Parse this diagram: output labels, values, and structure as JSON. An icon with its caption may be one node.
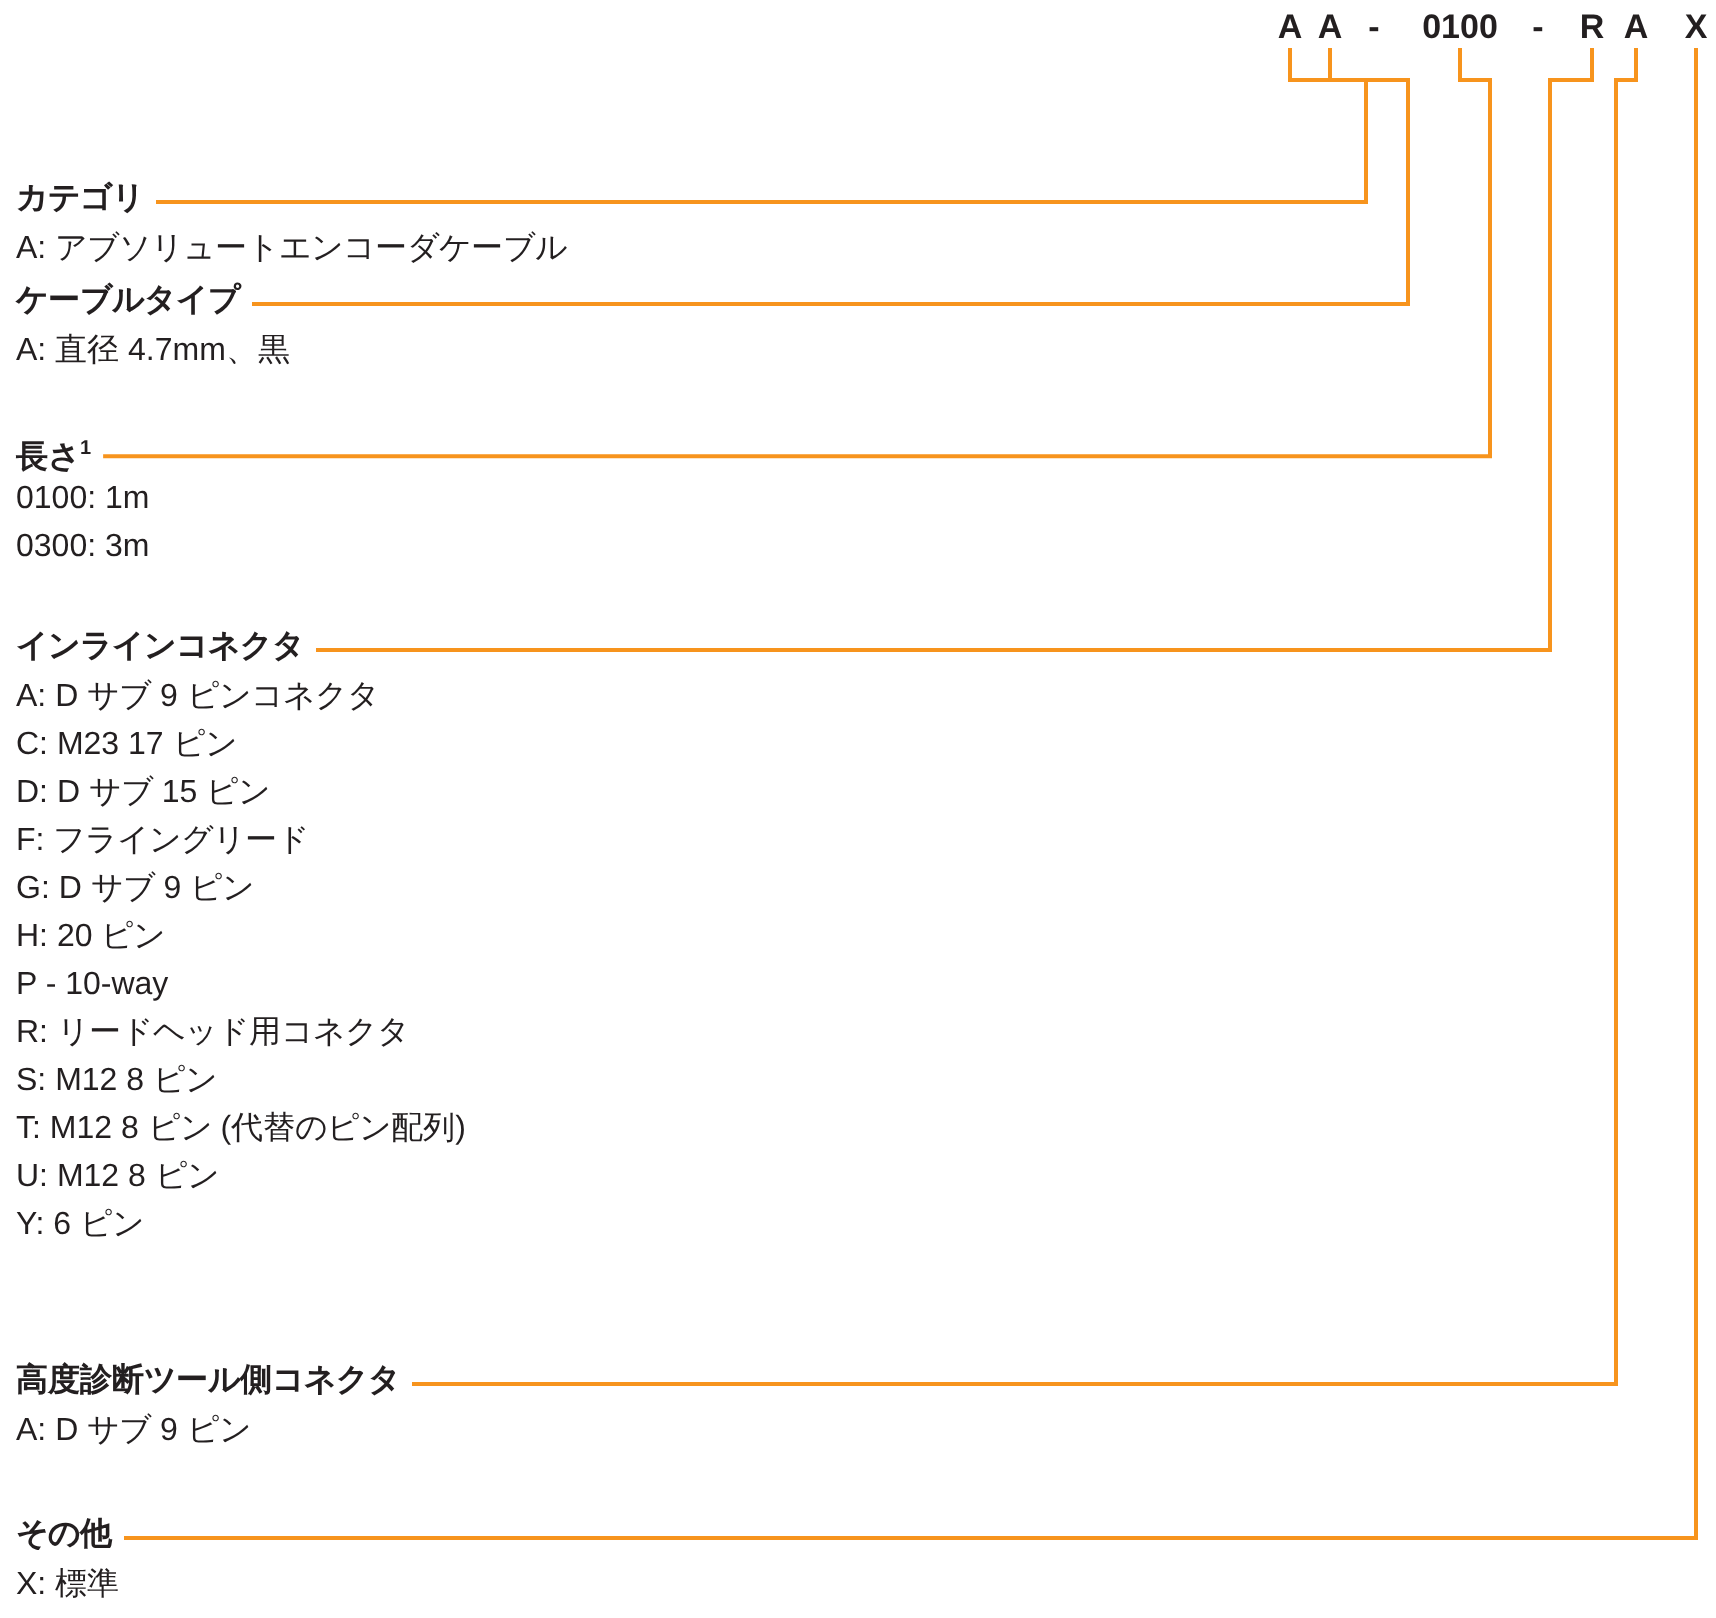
{
  "diagram": {
    "nodes": [
      {
        "text": [
          "A"
        ]
      },
      {
        "text": [
          "A"
        ]
      },
      {
        "text": [
          "0100"
        ]
      },
      {
        "text": [
          "R"
        ]
      },
      {
        "text": [
          "A"
        ]
      },
      {
        "text": [
          "X"
        ]
      },
      {
        "text": [
          "カテゴリ"
        ]
      },
      {
        "text": [
          "ケーブルタイプ"
        ]
      },
      {
        "text": [
          "長さ$^{1}$"
        ]
      },
      {
        "text": [
          "インラインコネクタ"
        ]
      },
      {
        "text": [
          "高度診断ツール側コネクタ"
        ]
      },
      {
        "text": [
          "その他"
        ]
      }
    ],
    "edges": [
      {
        "from": 6,
        "to": 0,
        "arrow": "none"
      },
      {
        "from": 7,
        "to": 1,
        "arrow": "none"
      },
      {
        "from": 8,
        "to": 2,
        "arrow": "none"
      },
      {
        "from": 9,
        "to": 3,
        "arrow": "none"
      },
      {
        "from": 10,
        "to": 4,
        "arrow": "none"
      },
      {
        "from": 11,
        "to": 5,
        "arrow": "none"
      }
    ],
    "labels": [
      "-",
      "-",
      "A: アブソリュートエンコーダケーブル",
      "A: 直径 4.7mm、黒",
      "0100: 1m",
      "0300: 3m",
      "A: D サブ 9 ピンコネクタ",
      "C: M23 17 ピン",
      "D: D サブ 15 ピン",
      "F: フライングリード",
      "G: D サブ 9 ピン",
      "H: 20 ピン",
      "P - 10-way",
      "R: リードヘッド用コネクタ",
      "S: M12 8 ピン",
      "T: M12 8 ピン (代替のピン配列)",
      "U: M12 8 ピン",
      "Y: 6 ピン",
      "A: D サブ 9 ピン",
      "X: 標準"
    ]
  }
}
